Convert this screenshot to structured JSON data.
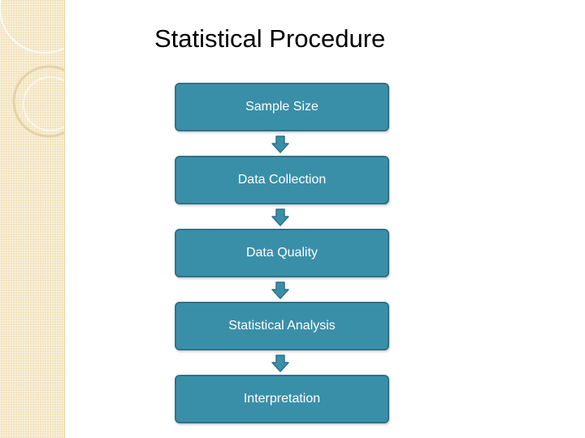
{
  "title": "Statistical Procedure",
  "steps": [
    {
      "label": "Sample Size"
    },
    {
      "label": "Data Collection"
    },
    {
      "label": "Data Quality"
    },
    {
      "label": "Statistical Analysis"
    },
    {
      "label": "Interpretation"
    }
  ],
  "colors": {
    "box_fill": "#3a8fa8",
    "box_border": "#2f7189",
    "arrow_fill": "#3a8fa8",
    "side_strip": "#f3e3bd"
  },
  "icons": {
    "arrow": "down-arrow-icon"
  }
}
